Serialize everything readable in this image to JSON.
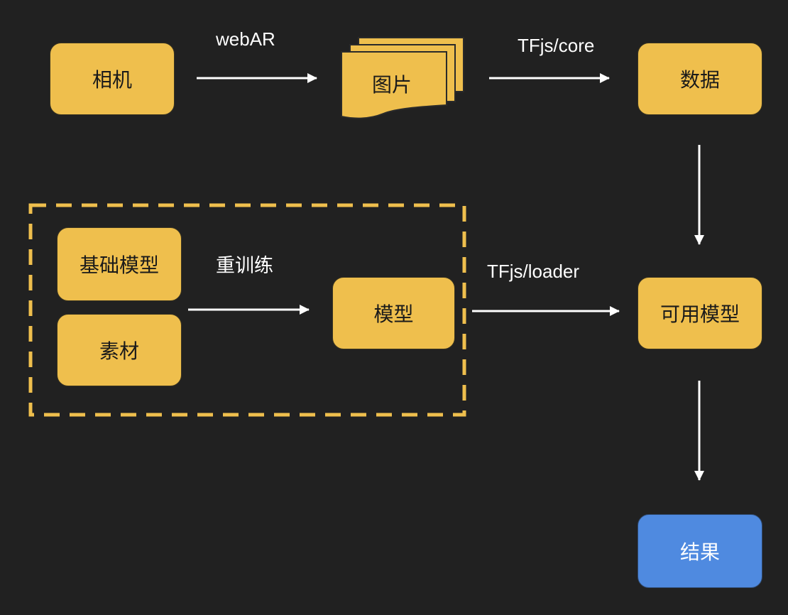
{
  "colors": {
    "background": "#212121",
    "node_fill": "#EFBF4D",
    "result_fill": "#4F8AE0",
    "arrow": "#FFFFFF",
    "group_border": "#EFBF4D"
  },
  "nodes": {
    "camera": "相机",
    "image": "图片",
    "data": "数据",
    "base_model": "基础模型",
    "material": "素材",
    "model": "模型",
    "usable_model": "可用模型",
    "result": "结果"
  },
  "edges": {
    "camera_to_image": "webAR",
    "image_to_data": "TFjs/core",
    "retrain": "重训练",
    "model_to_usable": "TFjs/loader"
  }
}
